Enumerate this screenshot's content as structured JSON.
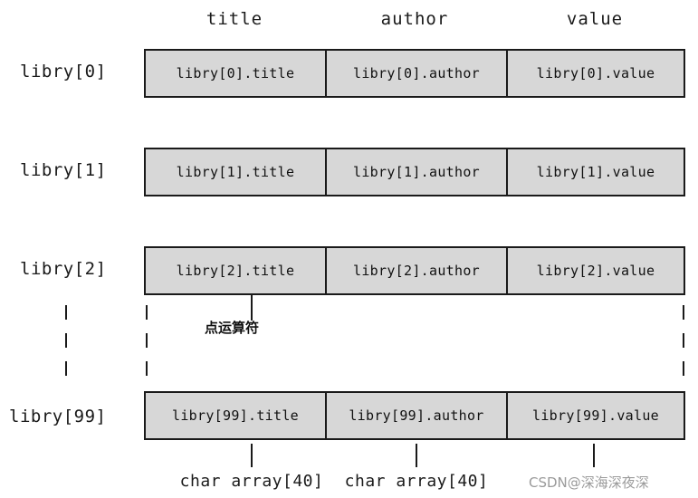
{
  "diagram": {
    "column_headers": [
      "title",
      "author",
      "value"
    ],
    "rows": [
      {
        "label": "libry[0]",
        "cells": [
          "libry[0].title",
          "libry[0].author",
          "libry[0].value"
        ]
      },
      {
        "label": "libry[1]",
        "cells": [
          "libry[1].title",
          "libry[1].author",
          "libry[1].value"
        ]
      },
      {
        "label": "libry[2]",
        "cells": [
          "libry[2].title",
          "libry[2].author",
          "libry[2].value"
        ]
      },
      {
        "label": "libry[99]",
        "cells": [
          "libry[99].title",
          "libry[99].author",
          "libry[99].value"
        ]
      }
    ],
    "annotation": "点运算符",
    "footer_notes": [
      "char array[40]",
      "char array[40]"
    ],
    "watermark": "CSDN@深海深夜深"
  }
}
